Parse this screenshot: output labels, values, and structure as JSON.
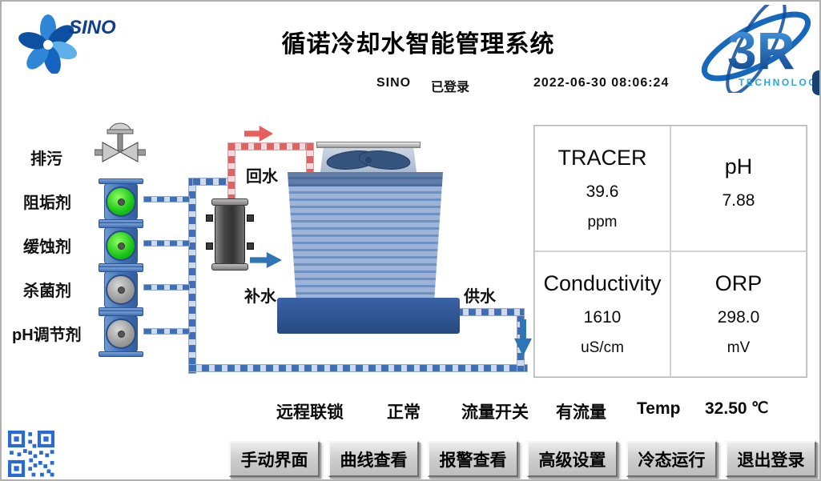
{
  "header": {
    "title": "循诺冷却水智能管理系统",
    "logo_left_text": "SINO",
    "logo_right_text": "3R",
    "logo_right_subtext": "TECHNOLOGY"
  },
  "session": {
    "user": "SINO",
    "status": "已登录",
    "datetime": "2022-06-30  08:06:24"
  },
  "diagram": {
    "blowdown_label": "排污",
    "scale_inhibitor_label": "阻垢剂",
    "corrosion_inhibitor_label": "缓蚀剂",
    "biocide_label": "杀菌剂",
    "ph_adjuster_label": "pH调节剂",
    "return_water_label": "回水",
    "makeup_water_label": "补水",
    "supply_water_label": "供水",
    "pump_states": {
      "scale_inhibitor": "on",
      "corrosion_inhibitor": "on",
      "biocide": "off",
      "ph_adjuster": "off"
    }
  },
  "readings": {
    "cells": [
      {
        "label": "TRACER",
        "value": "39.6",
        "unit": "ppm"
      },
      {
        "label": "pH",
        "value": "7.88",
        "unit": ""
      },
      {
        "label": "Conductivity",
        "value": "1610",
        "unit": "uS/cm"
      },
      {
        "label": "ORP",
        "value": "298.0",
        "unit": "mV"
      }
    ]
  },
  "status_row": {
    "interlock_label": "远程联锁",
    "interlock_value": "正常",
    "flow_label": "流量开关",
    "flow_value": "有流量",
    "temp_label": "Temp",
    "temp_value": "32.50",
    "temp_unit": "℃"
  },
  "buttons": [
    "手动界面",
    "曲线查看",
    "报警查看",
    "高级设置",
    "冷态运行",
    "退出登录"
  ],
  "colors": {
    "pipe_blue": "#3f6fb5",
    "pipe_red": "#e06262",
    "tower_body": "#6e91c3",
    "tower_basin": "#2e5596",
    "pump_on": "#18c418",
    "pump_off": "#9a9a9a",
    "logo_blue": "#1565c0",
    "logo_cyan": "#27a9e1"
  }
}
